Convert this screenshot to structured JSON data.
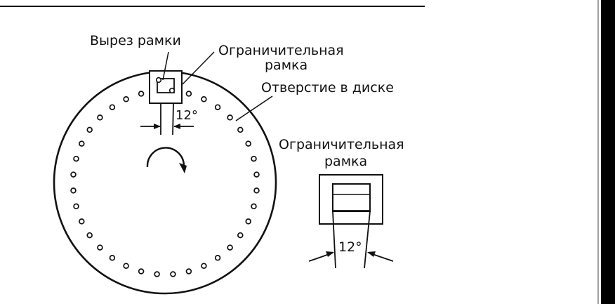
{
  "labels": {
    "frame_cutout": "Вырез рамки",
    "limiting_frame_top_line1": "Ограничительная",
    "limiting_frame_top_line2": "рамка",
    "disk_hole": "Отверстие в диске",
    "limiting_frame_right_line1": "Ограничительная",
    "limiting_frame_right_line2": "рамка",
    "angle_small": "12°",
    "angle_large": "12°"
  },
  "disk": {
    "hole_count": 36
  },
  "colors": {
    "ink": "#111111",
    "background": "#ffffff",
    "scan_edge": "#000000"
  }
}
